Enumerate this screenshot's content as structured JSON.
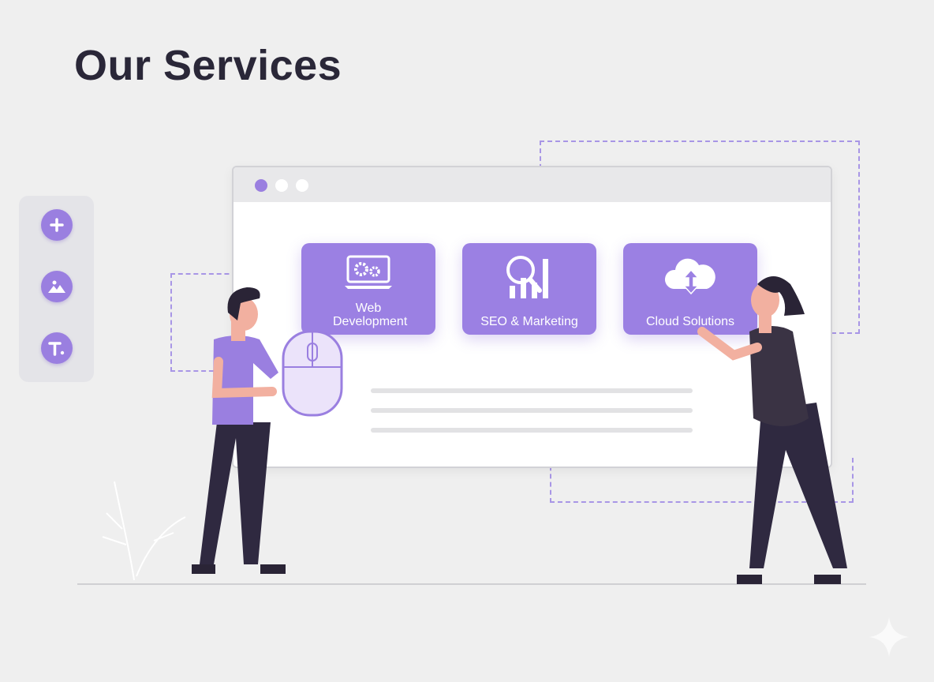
{
  "page": {
    "title": "Our Services"
  },
  "toolbar": {
    "items": [
      {
        "name": "add",
        "icon": "plus-icon"
      },
      {
        "name": "image",
        "icon": "image-icon"
      },
      {
        "name": "text",
        "icon": "text-icon"
      }
    ]
  },
  "services": [
    {
      "label": "Web Development",
      "icon": "laptop-gears-icon"
    },
    {
      "label": "SEO & Marketing",
      "icon": "magnifier-chart-icon"
    },
    {
      "label": "Cloud Solutions",
      "icon": "cloud-upload-download-icon"
    }
  ],
  "colors": {
    "accent": "#9b80e3",
    "dark": "#2a2738",
    "background": "#efefef"
  }
}
